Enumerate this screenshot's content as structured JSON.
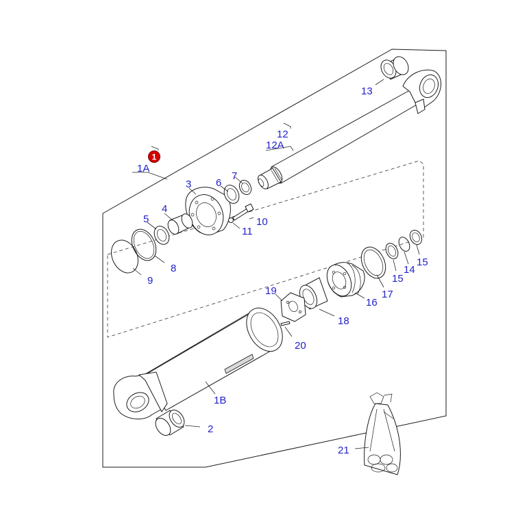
{
  "badge": {
    "text": "1",
    "color": "#d40000"
  },
  "label_color": "#1f1fc8",
  "callouts": {
    "c1A": "1A",
    "c1B": "1B",
    "c2": "2",
    "c3": "3",
    "c4": "4",
    "c5": "5",
    "c6": "6",
    "c7": "7",
    "c8": "8",
    "c9": "9",
    "c10": "10",
    "c11": "11",
    "c12": "12",
    "c12A": "12A",
    "c13": "13",
    "c14": "14",
    "c15a": "15",
    "c15b": "15",
    "c16": "16",
    "c17": "17",
    "c18": "18",
    "c19": "19",
    "c20": "20",
    "c21": "21"
  }
}
